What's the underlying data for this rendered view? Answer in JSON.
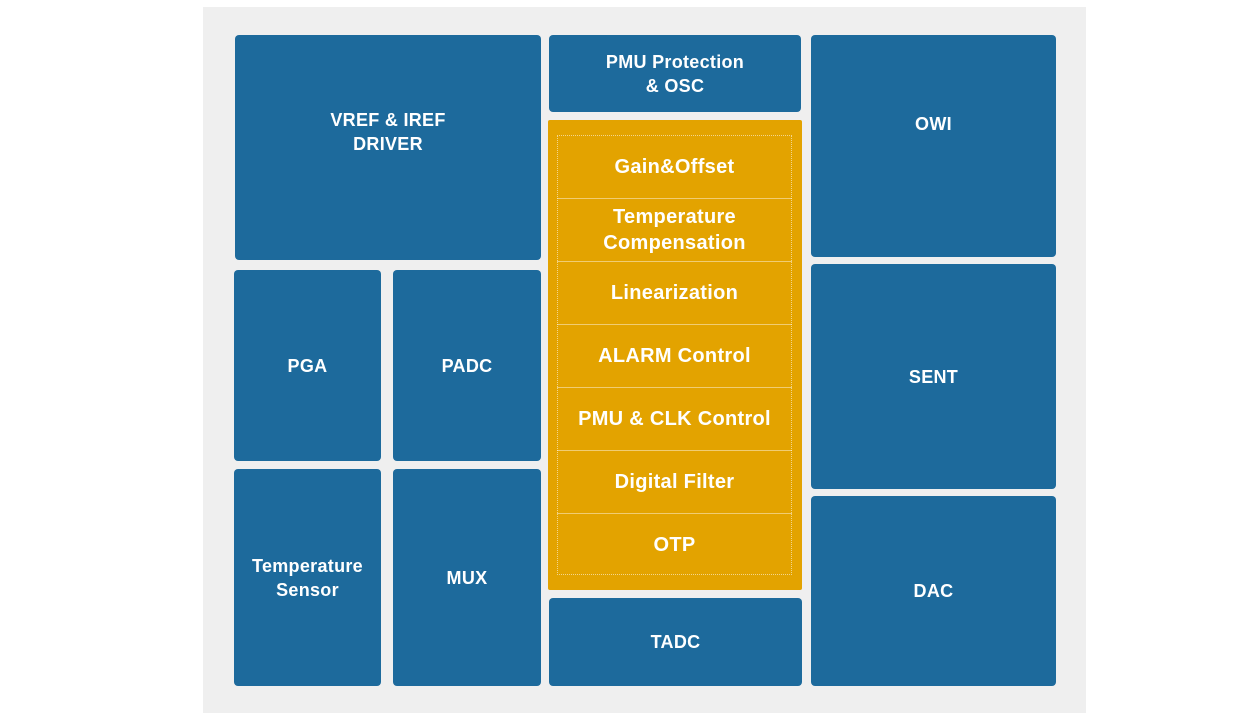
{
  "blocks": {
    "vref": "VREF & IREF\nDRIVER",
    "pmu_protection": "PMU Protection\n& OSC",
    "owi": "OWI",
    "pga": "PGA",
    "padc": "PADC",
    "sent": "SENT",
    "temp_sensor": "Temperature\nSensor",
    "mux": "MUX",
    "dac": "DAC",
    "tadc": "TADC"
  },
  "core_rows": [
    "Gain&Offset",
    "Temperature\nCompensation",
    "Linearization",
    "ALARM Control",
    "PMU & CLK Control",
    "Digital Filter",
    "OTP"
  ],
  "colors": {
    "block": "#1d6a9c",
    "core": "#e3a300",
    "background": "#efefef"
  }
}
